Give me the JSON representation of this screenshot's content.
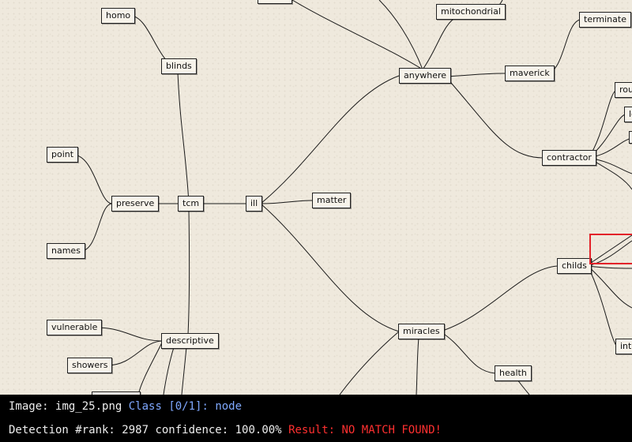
{
  "status": {
    "image_label": "Image:",
    "image_name": "img_25.png",
    "class_text": "Class [0/1]: node",
    "detection_label": "Detection #rank:",
    "rank": "2987",
    "confidence_label": "confidence:",
    "confidence": "100.00%",
    "result_text": "Result: NO MATCH FOUND!"
  },
  "colors": {
    "highlight": "#e3232a",
    "class_text": "#7fa8ff",
    "result_text": "#ff3030"
  },
  "nodes": {
    "homo": "homo",
    "blinds": "blinds",
    "point": "point",
    "preserve": "preserve",
    "tcm": "tcm",
    "names": "names",
    "ill": "ill",
    "matter": "matter",
    "anywhere": "anywhere",
    "mitochondrial": "mitochondrial",
    "maverick": "maverick",
    "terminate": "terminate",
    "contractor": "contractor",
    "rou": "rou",
    "lo": "lo",
    "miracles": "miracles",
    "childs": "childs",
    "health": "health",
    "inte": "inte",
    "vulnerable": "vulnerable",
    "descriptive": "descriptive",
    "showers": "showers"
  }
}
